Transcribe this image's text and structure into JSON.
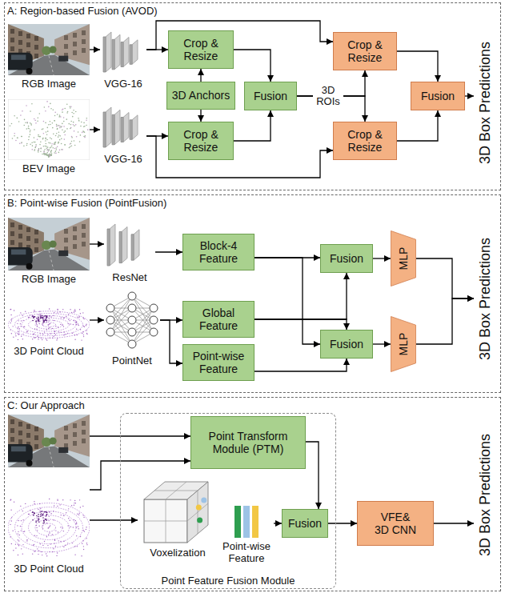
{
  "diagram": {
    "nodes": [
      {
        "text": [
          "A: Region-based Fusion (AVOD)"
        ]
      },
      {
        "text": [
          "RGB Image"
        ],
        "in": 0
      },
      {
        "text": [
          "VGG-16"
        ],
        "in": 0
      },
      {
        "text": [
          "BEV Image"
        ],
        "in": 0
      },
      {
        "text": [
          "VGG-16"
        ],
        "in": 0
      },
      {
        "text": [
          "Crop & Resize"
        ],
        "in": 0
      },
      {
        "text": [
          "3D Anchors"
        ],
        "in": 0
      },
      {
        "text": [
          "Crop & Resize"
        ],
        "in": 0
      },
      {
        "text": [
          "Fusion"
        ],
        "in": 0
      },
      {
        "text": [
          "Crop & Resize"
        ],
        "in": 0
      },
      {
        "text": [
          "Crop & Resize"
        ],
        "in": 0
      },
      {
        "text": [
          "Fusion"
        ],
        "in": 0
      },
      {
        "text": [
          "3D Box Predictions"
        ],
        "in": 0
      },
      {
        "text": [
          "B: Point-wise Fusion (PointFusion)"
        ]
      },
      {
        "text": [
          "RGB Image"
        ],
        "in": 13
      },
      {
        "text": [
          "ResNet"
        ],
        "in": 13
      },
      {
        "text": [
          "Block-4 Feature"
        ],
        "in": 13
      },
      {
        "text": [
          "3D Point Cloud"
        ],
        "in": 13
      },
      {
        "text": [
          "PointNet"
        ],
        "in": 13
      },
      {
        "text": [
          "Global Feature"
        ],
        "in": 13
      },
      {
        "text": [
          "Point-wise Feature"
        ],
        "in": 13
      },
      {
        "text": [
          "Fusion"
        ],
        "in": 13
      },
      {
        "text": [
          "Fusion"
        ],
        "in": 13
      },
      {
        "text": [
          "MLP"
        ],
        "in": 13
      },
      {
        "text": [
          "MLP"
        ],
        "in": 13
      },
      {
        "text": [
          "3D Box Predictions"
        ],
        "in": 13
      },
      {
        "text": [
          "C: Our Approach"
        ]
      },
      {
        "text": [],
        "in": 26
      },
      {
        "text": [
          "3D Point Cloud"
        ],
        "in": 26
      },
      {
        "text": [
          "Point Feature Fusion Module"
        ],
        "in": 26
      },
      {
        "text": [
          "Point Transform Module (PTM)"
        ],
        "in": 29
      },
      {
        "text": [
          "Voxelization"
        ],
        "in": 29
      },
      {
        "text": [
          "Point-wise Feature"
        ],
        "in": 29
      },
      {
        "text": [
          "Fusion"
        ],
        "in": 29
      },
      {
        "text": [
          "VFE& 3D CNN"
        ],
        "in": 26
      },
      {
        "text": [
          "3D Box Predictions"
        ],
        "in": 26
      }
    ],
    "edges": [
      {
        "from": 1,
        "to": 2,
        "arrow": "to"
      },
      {
        "from": 3,
        "to": 4,
        "arrow": "to"
      },
      {
        "from": 2,
        "to": 5,
        "arrow": "to"
      },
      {
        "from": 2,
        "to": 9,
        "arrow": "to"
      },
      {
        "from": 4,
        "to": 7,
        "arrow": "to"
      },
      {
        "from": 4,
        "to": 10,
        "arrow": "to"
      },
      {
        "from": 6,
        "to": 5,
        "arrow": "to"
      },
      {
        "from": 6,
        "to": 7,
        "arrow": "to"
      },
      {
        "from": 5,
        "to": 8,
        "arrow": "to"
      },
      {
        "from": 7,
        "to": 8,
        "arrow": "to"
      },
      {
        "from": 8,
        "to": 9,
        "label": "3D ROIs",
        "arrow": "to"
      },
      {
        "from": 8,
        "to": 10,
        "arrow": "to"
      },
      {
        "from": 9,
        "to": 11,
        "arrow": "to"
      },
      {
        "from": 10,
        "to": 11,
        "arrow": "to"
      },
      {
        "from": 11,
        "to": 12,
        "arrow": "to"
      },
      {
        "from": 14,
        "to": 15,
        "arrow": "to"
      },
      {
        "from": 15,
        "to": 16,
        "arrow": "to"
      },
      {
        "from": 17,
        "to": 18,
        "arrow": "to"
      },
      {
        "from": 18,
        "to": 19,
        "arrow": "to"
      },
      {
        "from": 18,
        "to": 20,
        "arrow": "to"
      },
      {
        "from": 16,
        "to": 21,
        "arrow": "to"
      },
      {
        "from": 16,
        "to": 22,
        "arrow": "to"
      },
      {
        "from": 19,
        "to": 21,
        "arrow": "to"
      },
      {
        "from": 19,
        "to": 22,
        "arrow": "to"
      },
      {
        "from": 20,
        "to": 22,
        "arrow": "to"
      },
      {
        "from": 21,
        "to": 23,
        "arrow": "to"
      },
      {
        "from": 22,
        "to": 24,
        "arrow": "to"
      },
      {
        "from": 23,
        "to": 25,
        "arrow": "to"
      },
      {
        "from": 24,
        "to": 25,
        "arrow": "to"
      },
      {
        "from": 27,
        "to": 30,
        "arrow": "to"
      },
      {
        "from": 28,
        "to": 30,
        "arrow": "to"
      },
      {
        "from": 28,
        "to": 31,
        "arrow": "to"
      },
      {
        "from": 32,
        "to": 33,
        "arrow": "to"
      },
      {
        "from": 30,
        "to": 33,
        "arrow": "to"
      },
      {
        "from": 33,
        "to": 34,
        "arrow": "to"
      },
      {
        "from": 34,
        "to": 35,
        "arrow": "to"
      }
    ]
  }
}
